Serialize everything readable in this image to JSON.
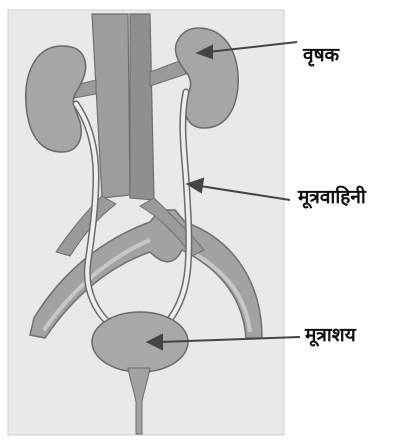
{
  "diagram": {
    "labels": {
      "kidney": "वृषक",
      "ureter": "मूत्रवाहिनी",
      "bladder": "मूत्राशय"
    },
    "colors": {
      "photo_background": "#e9e9e9",
      "organ_fill": "#a6a6a6",
      "organ_dark": "#8c8c8c",
      "tube_fill": "#eeeeee",
      "arrow": "#444444"
    }
  }
}
